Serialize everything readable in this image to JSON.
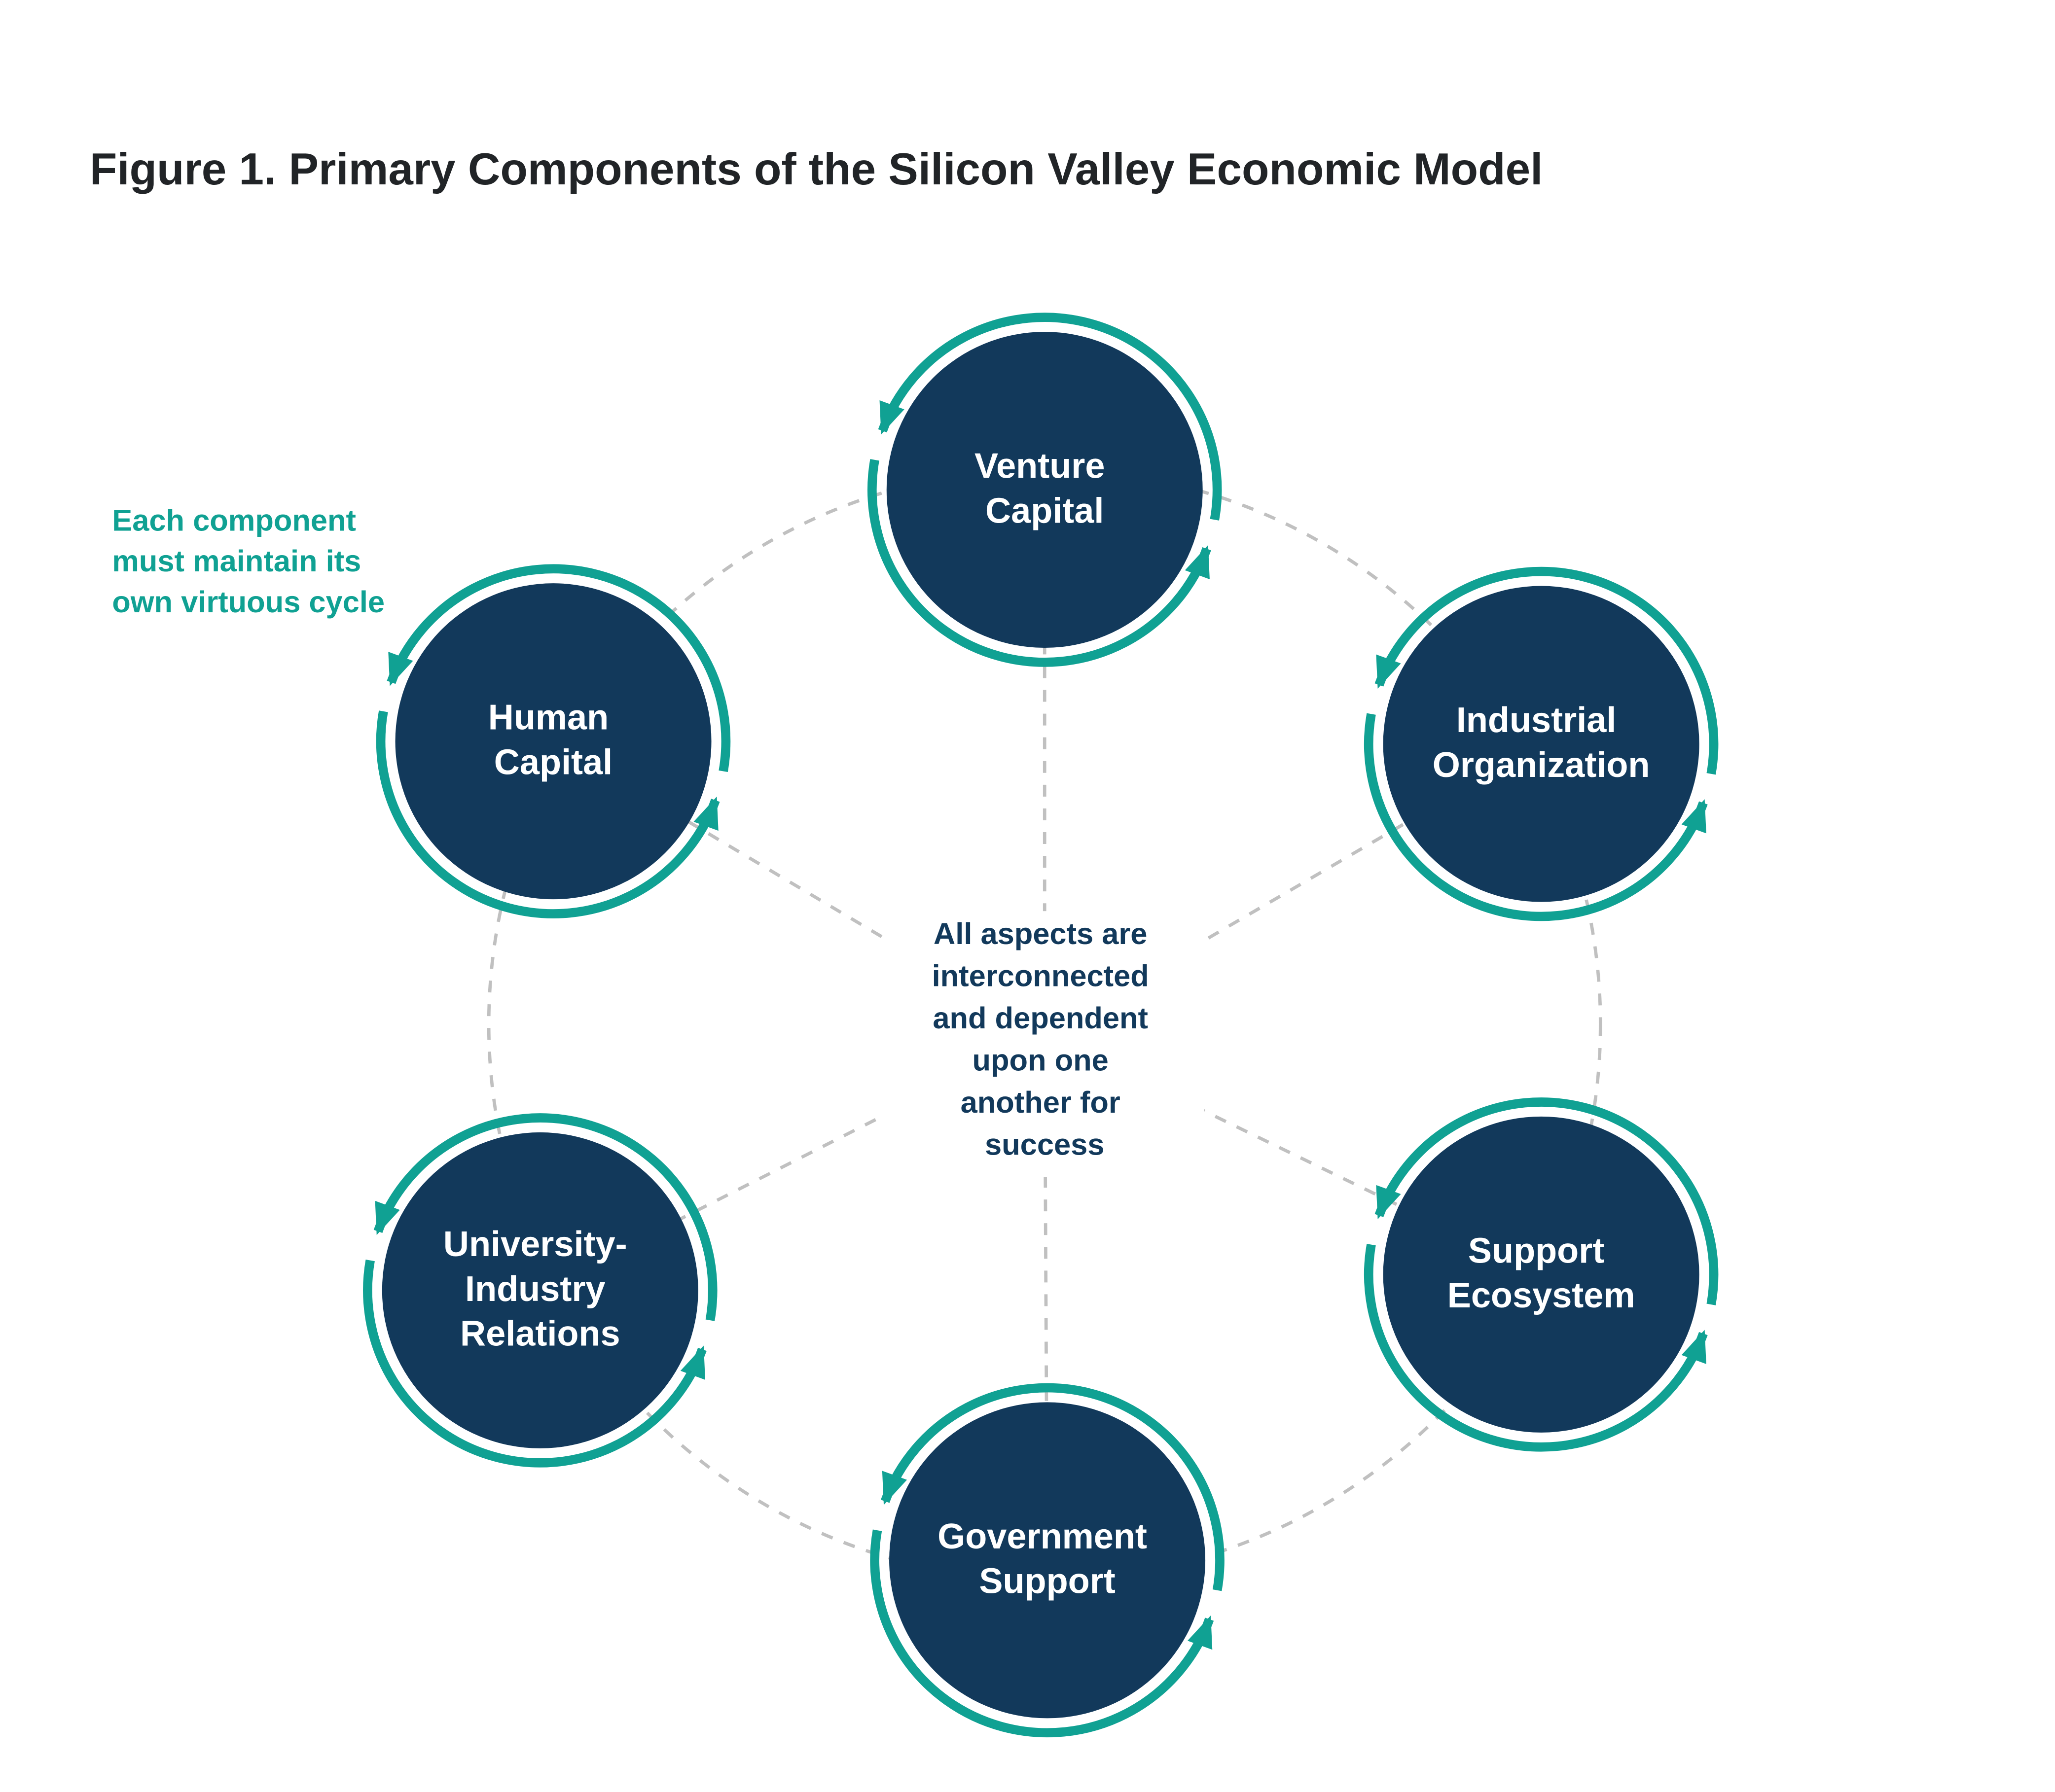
{
  "figure": {
    "title": "Figure 1. Primary Components of the Silicon Valley Economic Model"
  },
  "annotation": {
    "lines": [
      "Each component",
      "must maintain its",
      "own virtuous cycle"
    ]
  },
  "center_note": {
    "lines": [
      "All aspects are",
      "interconnected",
      "and dependent",
      "upon one",
      "another for",
      "success"
    ]
  },
  "nodes": [
    {
      "id": "venture-capital",
      "lines": [
        "Venture",
        "Capital"
      ]
    },
    {
      "id": "industrial-organization",
      "lines": [
        "Industrial",
        "Organization"
      ]
    },
    {
      "id": "support-ecosystem",
      "lines": [
        "Support",
        "Ecosystem"
      ]
    },
    {
      "id": "government-support",
      "lines": [
        "Government",
        "Support"
      ]
    },
    {
      "id": "university-industry-relations",
      "lines": [
        "University-",
        "Industry",
        "Relations"
      ]
    },
    {
      "id": "human-capital",
      "lines": [
        "Human",
        "Capital"
      ]
    }
  ],
  "colors": {
    "node_fill": "#12395B",
    "cycle_arrow": "#10A193",
    "annotation": "#10A193",
    "center_note": "#12395B",
    "title": "#212427",
    "dashed_connector": "#C0C0C0",
    "background": "#FFFFFF"
  }
}
